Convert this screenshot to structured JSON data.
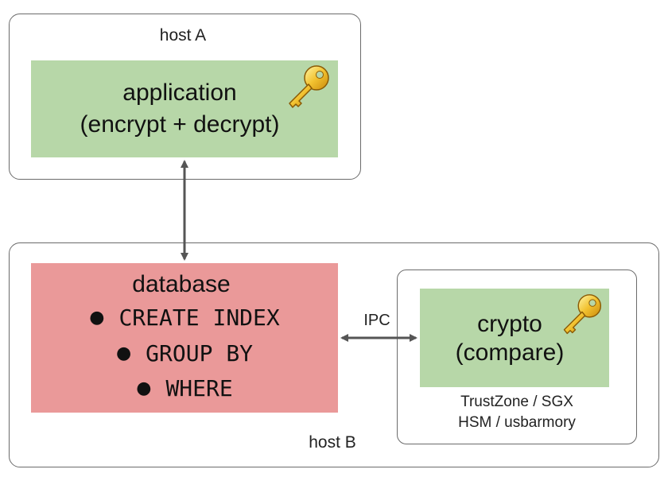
{
  "host_a": {
    "label": "host A"
  },
  "host_b": {
    "label": "host B"
  },
  "application": {
    "title": "application",
    "subtitle": "(encrypt + decrypt)",
    "icon": "key-icon",
    "color": "#b7d7a8"
  },
  "database": {
    "title": "database",
    "operations": [
      "CREATE INDEX",
      "GROUP BY",
      "WHERE"
    ],
    "bullet": "●",
    "color": "#ea9999"
  },
  "crypto": {
    "title": "crypto",
    "subtitle": "(compare)",
    "icon": "key-icon",
    "color": "#b7d7a8"
  },
  "enclave": {
    "lines": [
      "TrustZone / SGX",
      "HSM / usbarmory"
    ]
  },
  "connections": {
    "ipc_label": "IPC"
  }
}
